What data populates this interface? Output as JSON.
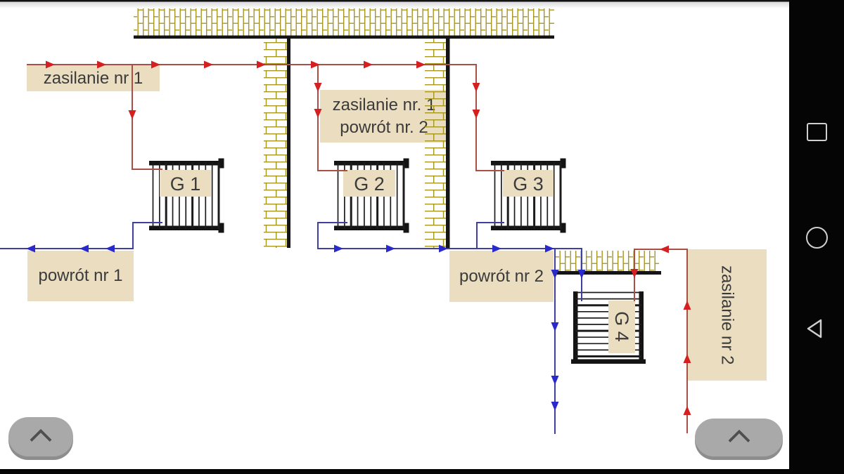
{
  "diagram": {
    "labels": {
      "supply1": "zasilanie nr 1",
      "mid_line1": "zasilanie nr. 1",
      "mid_line2": "powrót nr. 2",
      "return1": "powrót nr 1",
      "return2": "powrót nr 2",
      "supply2": "zasilanie nr 2"
    },
    "radiators": [
      {
        "id": "G 1"
      },
      {
        "id": "G 2"
      },
      {
        "id": "G 3"
      },
      {
        "id": "G 4"
      }
    ],
    "colors": {
      "supply_red_line": "#a85048",
      "supply_red_arrow": "#d42020",
      "return_blue_line": "#3f3f9f",
      "return_blue_arrow": "#2a2acc",
      "brick": "#a6961f",
      "wall_black": "#141414",
      "radiator_line": "#1c1c1c",
      "label_bg": "#eaddc0",
      "label_text": "#3b3b3b"
    }
  },
  "ui": {
    "nav_bar": {
      "icons": [
        {
          "name": "recents-square"
        },
        {
          "name": "home-circle"
        },
        {
          "name": "back-triangle"
        }
      ]
    },
    "scroll_buttons": {
      "glyph": "chevron-up"
    }
  }
}
